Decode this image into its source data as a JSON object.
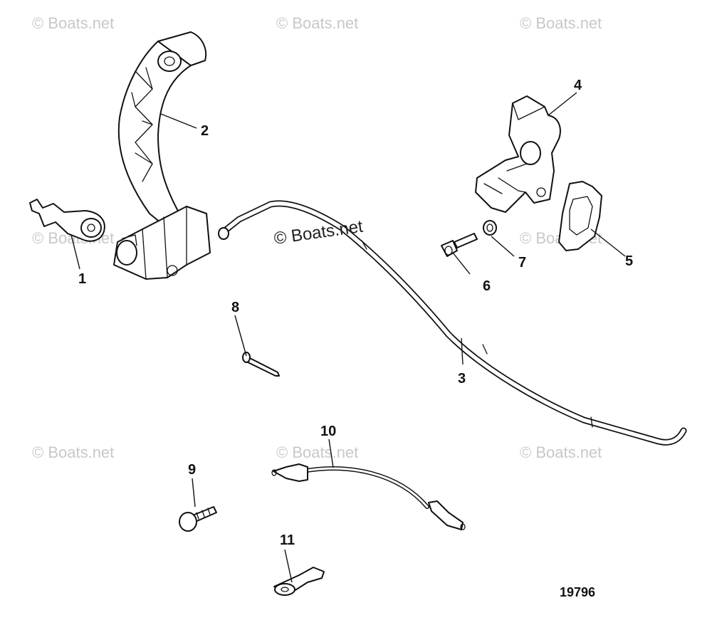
{
  "watermarks": {
    "text": "© Boats.net",
    "center_text": "© Boats.net"
  },
  "callouts": [
    {
      "id": "1",
      "label": "1"
    },
    {
      "id": "2",
      "label": "2"
    },
    {
      "id": "3",
      "label": "3"
    },
    {
      "id": "4",
      "label": "4"
    },
    {
      "id": "5",
      "label": "5"
    },
    {
      "id": "6",
      "label": "6"
    },
    {
      "id": "7",
      "label": "7"
    },
    {
      "id": "8",
      "label": "8"
    },
    {
      "id": "9",
      "label": "9"
    },
    {
      "id": "10",
      "label": "10"
    },
    {
      "id": "11",
      "label": "11"
    }
  ],
  "drawing_number": "19796",
  "colors": {
    "line": "#111111",
    "watermark": "#c8c8c8",
    "background": "#ffffff"
  }
}
